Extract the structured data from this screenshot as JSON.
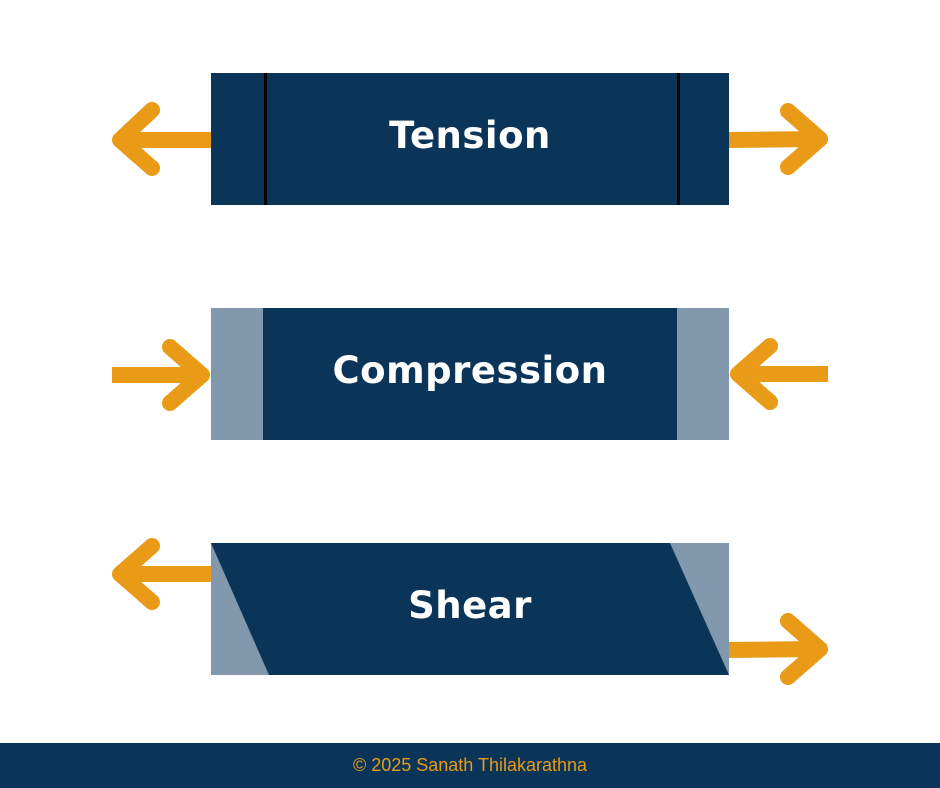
{
  "colors": {
    "navy": "#0a3558",
    "orange": "#e99a17",
    "grey": "#8299ad"
  },
  "panels": [
    {
      "label": "Tension",
      "forces": "outward-arrows"
    },
    {
      "label": "Compression",
      "forces": "inward-arrows"
    },
    {
      "label": "Shear",
      "forces": "offset-opposing-arrows"
    }
  ],
  "footer": {
    "text": "© 2025 Sanath Thilakarathna"
  }
}
